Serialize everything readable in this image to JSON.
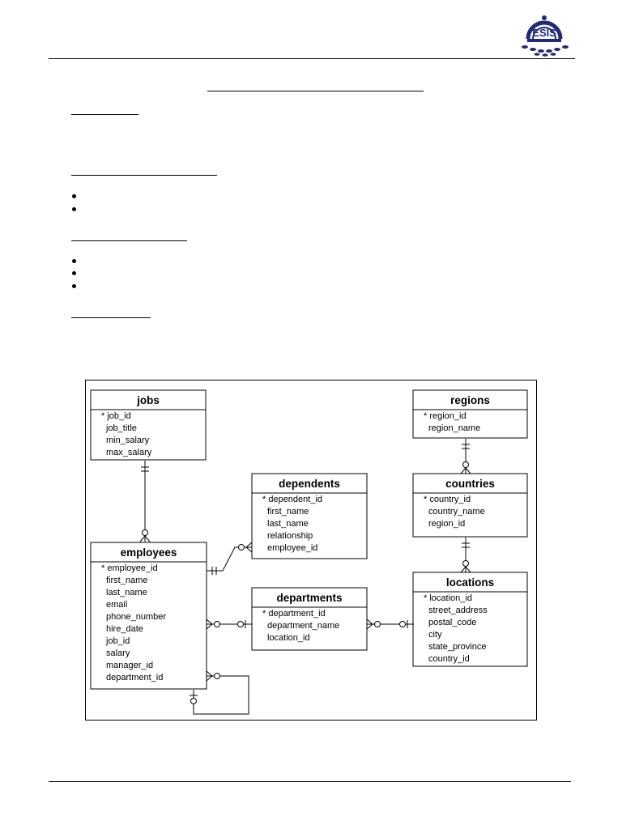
{
  "logo": {
    "text": "ESIS"
  },
  "entities": [
    {
      "id": "jobs",
      "title": "jobs",
      "fields": [
        "* job_id",
        "job_title",
        "min_salary",
        "max_salary"
      ]
    },
    {
      "id": "regions",
      "title": "regions",
      "fields": [
        "* region_id",
        "region_name"
      ]
    },
    {
      "id": "dependents",
      "title": "dependents",
      "fields": [
        "* dependent_id",
        "first_name",
        "last_name",
        "relationship",
        "employee_id"
      ]
    },
    {
      "id": "countries",
      "title": "countries",
      "fields": [
        "* country_id",
        "country_name",
        "region_id"
      ]
    },
    {
      "id": "employees",
      "title": "employees",
      "fields": [
        "* employee_id",
        "first_name",
        "last_name",
        "email",
        "phone_number",
        "hire_date",
        "job_id",
        "salary",
        "manager_id",
        "department_id"
      ]
    },
    {
      "id": "departments",
      "title": "departments",
      "fields": [
        "* department_id",
        "department_name",
        "location_id"
      ]
    },
    {
      "id": "locations",
      "title": "locations",
      "fields": [
        "* location_id",
        "street_address",
        "postal_code",
        "city",
        "state_province",
        "country_id"
      ]
    }
  ]
}
